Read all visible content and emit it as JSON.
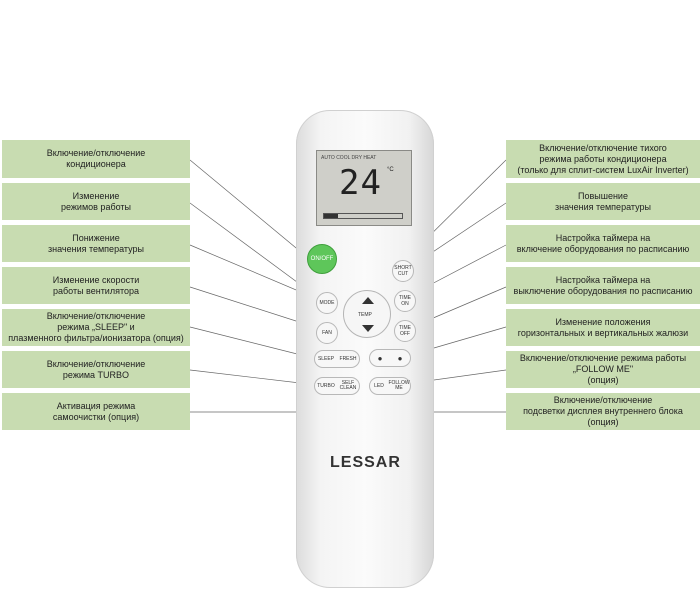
{
  "left_labels": [
    {
      "name": "label-power",
      "text": "Включение/отключение\nкондиционера"
    },
    {
      "name": "label-mode",
      "text": "Изменение\nрежимов работы"
    },
    {
      "name": "label-temp-down",
      "text": "Понижение\nзначения температуры"
    },
    {
      "name": "label-fan",
      "text": "Изменение скорости\nработы вентилятора"
    },
    {
      "name": "label-sleep",
      "text": "Включение/отключение\nрежима „SLEEP\" и\nплазменного фильтра/ионизатора (опция)"
    },
    {
      "name": "label-turbo",
      "text": "Включение/отключение\nрежима TURBO"
    },
    {
      "name": "label-self-clean",
      "text": "Активация режима\nсамоочистки (опция)"
    }
  ],
  "right_labels": [
    {
      "name": "label-short-cut",
      "text": "Включение/отключение тихого\nрежима работы кондиционера\n(только для сплит-систем LuxAir Inverter)"
    },
    {
      "name": "label-temp-up",
      "text": "Повышение\nзначения температуры"
    },
    {
      "name": "label-time-on",
      "text": "Настройка таймера на\nвключение оборудования по расписанию"
    },
    {
      "name": "label-time-off",
      "text": "Настройка таймера на\nвыключение оборудования по расписанию"
    },
    {
      "name": "label-louver",
      "text": "Изменение положения\nгоризонтальных и вертикальных жалюзи"
    },
    {
      "name": "label-follow-me",
      "text": "Включение/отключение режима работы\n„FOLLOW ME\"\n(опция)"
    },
    {
      "name": "label-led",
      "text": "Включение/отключение\nподсветки дисплея внутреннего блока\n(опция)"
    }
  ],
  "remote": {
    "screen_top": "AUTO COOL DRY HEAT",
    "temperature": "24",
    "unit": "°C",
    "buttons": {
      "on_off": "ON/OFF",
      "mode": "MODE",
      "fan": "FAN",
      "short_cut": "SHORT\nCUT",
      "time_on": "TIME\nON",
      "time_off": "TIME\nOFF",
      "temp": "TEMP",
      "sleep": "SLEEP",
      "fresh": "FRESH",
      "turbo": "TURBO",
      "self_clean": "SELF\nCLEAN",
      "led": "LED",
      "follow_me": "FOLLOW\nME"
    },
    "brand": "LESSAR"
  }
}
